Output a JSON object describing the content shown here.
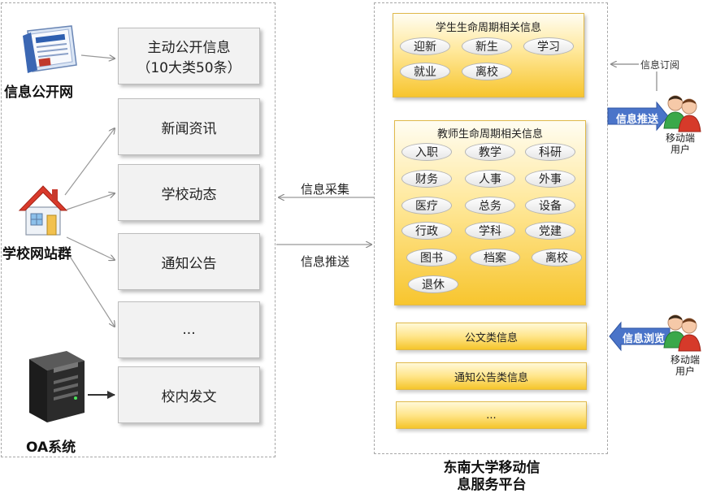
{
  "sources": {
    "info_web": "信息公开网",
    "school_sites": "学校网站群",
    "oa": "OA系统"
  },
  "left_boxes": [
    {
      "line1": "主动公开信息",
      "line2": "（10大类50条）"
    },
    {
      "line1": "新闻资讯"
    },
    {
      "line1": "学校动态"
    },
    {
      "line1": "通知公告"
    },
    {
      "line1": "..."
    },
    {
      "line1": "校内发文"
    }
  ],
  "flows": {
    "collect": "信息采集",
    "push": "信息推送"
  },
  "platform": {
    "title_line1": "东南大学移动信",
    "title_line2": "息服务平台",
    "student": {
      "title": "学生生命周期相关信息",
      "tags": [
        "迎新",
        "新生",
        "学习",
        "就业",
        "离校"
      ]
    },
    "teacher": {
      "title": "教师生命周期相关信息",
      "tags": [
        "入职",
        "教学",
        "科研",
        "财务",
        "人事",
        "外事",
        "医疗",
        "总务",
        "设备",
        "行政",
        "学科",
        "党建",
        "图书",
        "档案",
        "离校",
        "退休"
      ]
    },
    "bars": [
      "公文类信息",
      "通知公告类信息",
      "..."
    ]
  },
  "users": {
    "subscribe": "信息订阅",
    "push_badge": "信息推送",
    "browse_badge": "信息浏览",
    "user1_line1": "移动端",
    "user1_line2": "用户",
    "user2_line1": "移动端",
    "user2_line2": "用户"
  },
  "colors": {
    "gold_dark": "#f7c52e",
    "gold_light": "#fffdf2",
    "arrow_blue": "#4a74c9",
    "dash_border": "#a8a8a8"
  }
}
